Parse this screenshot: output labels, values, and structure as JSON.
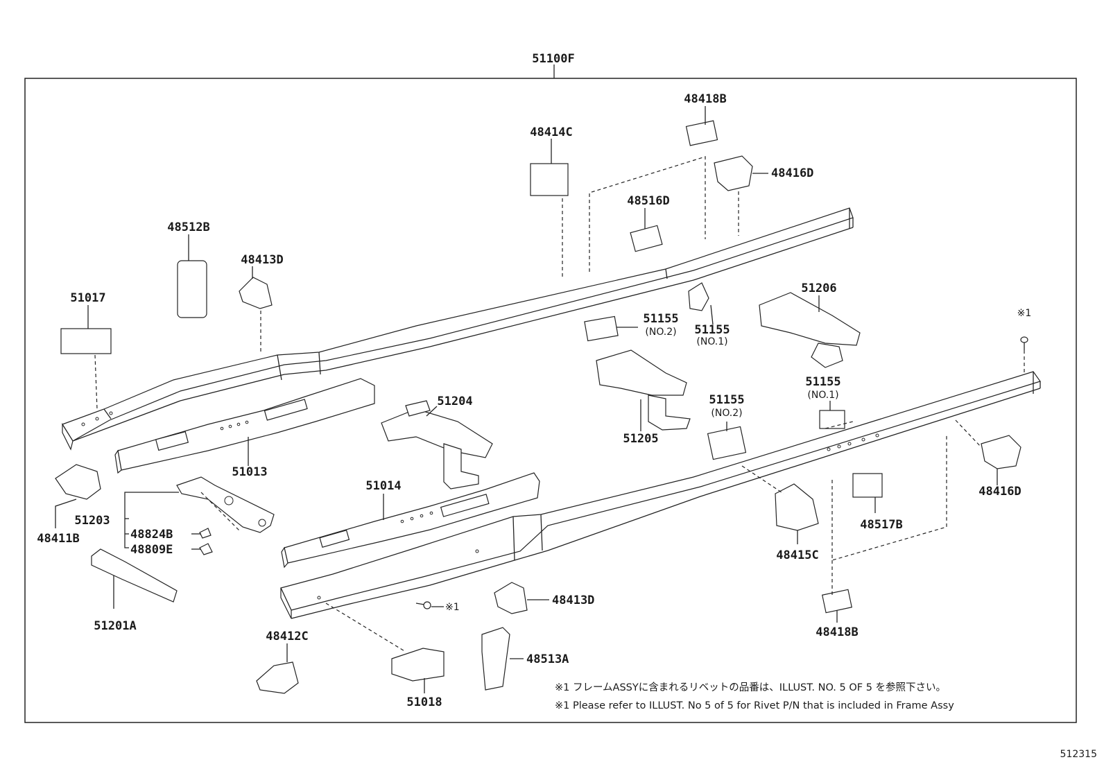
{
  "title_part": "51100F",
  "illustration_number": "512315",
  "labels": {
    "p48418B_top": "48418B",
    "p48414C": "48414C",
    "p48416D_top": "48416D",
    "p48516D": "48516D",
    "p48512B": "48512B",
    "p48413D_top": "48413D",
    "p51017": "51017",
    "p51155_no2_top": "51155",
    "p51155_no2_top_sub": "(NO.2)",
    "p51155_no1_top": "51155",
    "p51155_no1_top_sub": "(NO.1)",
    "p51206": "51206",
    "p51204": "51204",
    "p51013": "51013",
    "p51205": "51205",
    "p51155_no2_mid": "51155",
    "p51155_no2_mid_sub": "(NO.2)",
    "p51155_no1_right": "51155",
    "p51155_no1_right_sub": "(NO.1)",
    "p51014": "51014",
    "p51203": "51203",
    "p48824B": "48824B",
    "p48809E": "48809E",
    "p48411B": "48411B",
    "p51201A": "51201A",
    "p48416D_right": "48416D",
    "p48517B": "48517B",
    "p48415C": "48415C",
    "p48413D_bottom": "48413D",
    "p48418B_bottom": "48418B",
    "p48412C": "48412C",
    "p48513A": "48513A",
    "p51018": "51018",
    "rivet_mark_right": "※1",
    "rivet_mark_left": "※1"
  },
  "notes": {
    "japanese": "※1 フレームASSYに含まれるリベットの品番は、ILLUST. NO. 5  OF  5 を参照下さい。",
    "english": "※1 Please refer to ILLUST. No 5 of 5 for Rivet P/N that is included in Frame Assy"
  }
}
